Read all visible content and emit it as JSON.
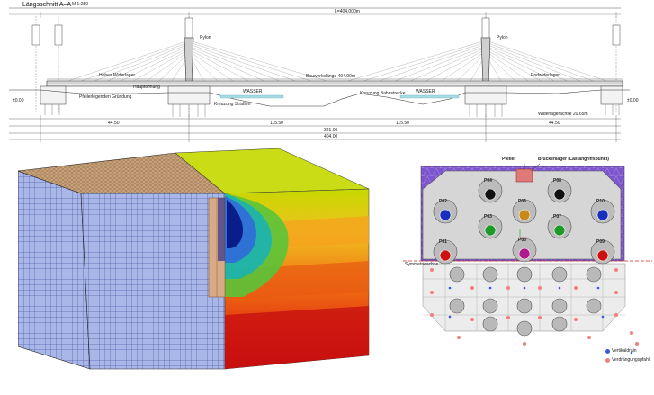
{
  "drawing": {
    "title": "Längsschnitt A–A",
    "scale": "M 1:250",
    "top_dim": "L=404.000m",
    "labels": {
      "left_abut": "Hohes Widerlager",
      "span_total": "Bauwerkslänge 404.00m",
      "water_left": "WASSER",
      "water_right": "WASSER",
      "center_note": "Hauptöffnung",
      "cross_left": "Kreuzung Straßen",
      "cross_right": "Kreuzung Bahnstrecke",
      "notes_left": "Pfeilerlegenden Gründung",
      "pylon_left": "Pylon",
      "pylon_right": "Pylon",
      "right_end": "Endwiderlager",
      "right_dim": "Widerlagerachse 20.65m",
      "low_left": "±0.00",
      "low_right": "±0.00"
    },
    "dims": [
      "44.50",
      "115.50",
      "115.50",
      "44.50",
      "321.00",
      "404.00"
    ]
  },
  "fem": {},
  "plan": {
    "callout_pier": "Pfeiler",
    "callout_bearing": "Brückenlager (Lastangriffspunkt)",
    "symmetry": "Symmetrieachse",
    "legend_vert": "Vertikaldrain",
    "legend_cement": "Verdrängungspfahl",
    "piles": [
      {
        "id": "P01",
        "color": "#cc1111"
      },
      {
        "id": "P02",
        "color": "#1a2fbf"
      },
      {
        "id": "P03",
        "color": "#1f9a2a"
      },
      {
        "id": "P04",
        "color": "#111111"
      },
      {
        "id": "P05",
        "color": "#b01a8c"
      },
      {
        "id": "P06",
        "color": "#c88a1a"
      },
      {
        "id": "P07",
        "color": "#1f9a2a"
      },
      {
        "id": "P08",
        "color": "#111111"
      },
      {
        "id": "P09",
        "color": "#cc1111"
      },
      {
        "id": "P10",
        "color": "#1a2fbf"
      }
    ]
  }
}
